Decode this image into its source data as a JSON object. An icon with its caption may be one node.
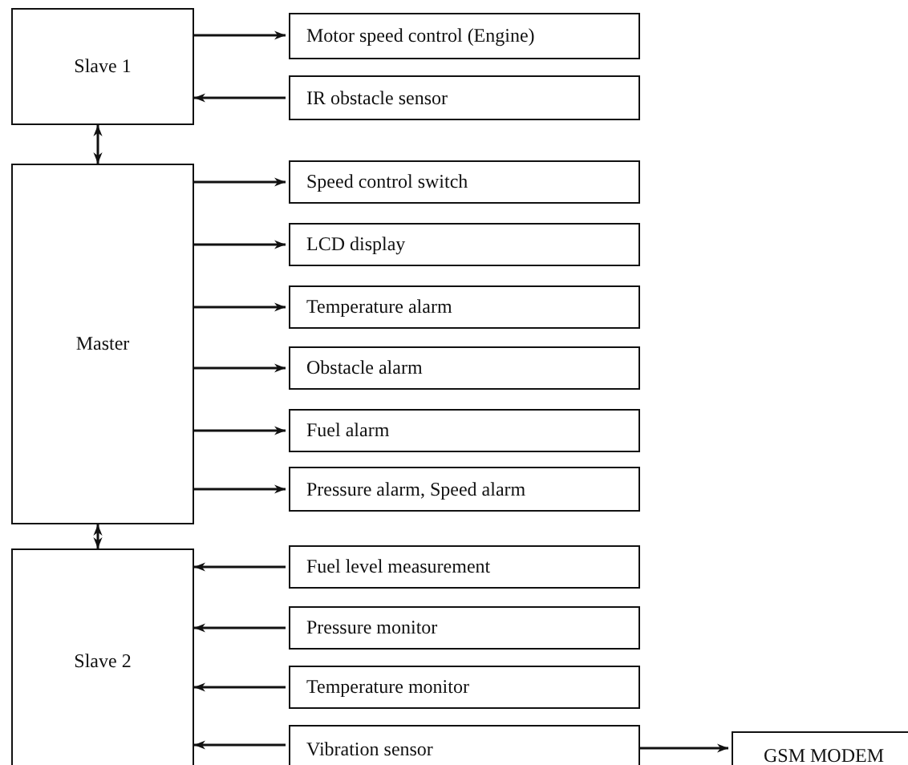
{
  "diagram": {
    "nodes": [
      {
        "text": [
          "Slave 1"
        ]
      },
      {
        "text": [
          "Motor speed control (Engine)"
        ]
      },
      {
        "text": [
          "IR obstacle sensor"
        ]
      },
      {
        "text": [
          "Master"
        ]
      },
      {
        "text": [
          "Speed control switch"
        ]
      },
      {
        "text": [
          "LCD display"
        ]
      },
      {
        "text": [
          "Temperature alarm"
        ]
      },
      {
        "text": [
          "Obstacle alarm"
        ]
      },
      {
        "text": [
          "Fuel alarm"
        ]
      },
      {
        "text": [
          "Pressure alarm, Speed alarm"
        ]
      },
      {
        "text": [
          "Slave 2"
        ]
      },
      {
        "text": [
          "Fuel level measurement"
        ]
      },
      {
        "text": [
          "Pressure monitor"
        ]
      },
      {
        "text": [
          "Temperature monitor"
        ]
      },
      {
        "text": [
          "Vibration sensor"
        ]
      },
      {
        "text": [
          "GSM MODEM"
        ]
      }
    ],
    "edges": [
      {
        "from": 0,
        "to": 1,
        "arrow": "to"
      },
      {
        "from": 2,
        "to": 0,
        "arrow": "to"
      },
      {
        "from": 0,
        "to": 3,
        "arrow": "both"
      },
      {
        "from": 3,
        "to": 4,
        "arrow": "to"
      },
      {
        "from": 3,
        "to": 5,
        "arrow": "to"
      },
      {
        "from": 3,
        "to": 6,
        "arrow": "to"
      },
      {
        "from": 3,
        "to": 7,
        "arrow": "to"
      },
      {
        "from": 3,
        "to": 8,
        "arrow": "to"
      },
      {
        "from": 3,
        "to": 9,
        "arrow": "to"
      },
      {
        "from": 3,
        "to": 10,
        "arrow": "both"
      },
      {
        "from": 11,
        "to": 10,
        "arrow": "to"
      },
      {
        "from": 12,
        "to": 10,
        "arrow": "to"
      },
      {
        "from": 13,
        "to": 10,
        "arrow": "to"
      },
      {
        "from": 14,
        "to": 10,
        "arrow": "to"
      },
      {
        "from": 14,
        "to": 15,
        "arrow": "to"
      }
    ]
  }
}
